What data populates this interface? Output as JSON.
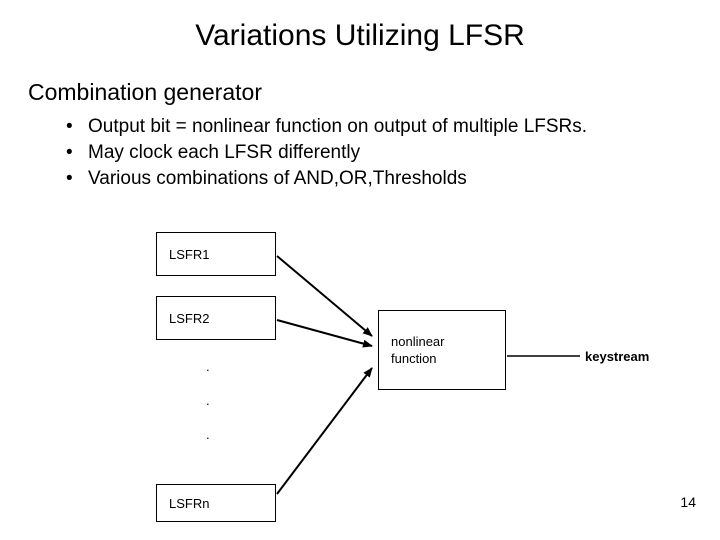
{
  "slide": {
    "title": "Variations Utilizing LFSR",
    "heading": "Combination generator",
    "bullets": [
      "Output bit = nonlinear function on output of multiple LFSRs.",
      "May clock each LFSR differently",
      "Various combinations of AND,OR,Thresholds"
    ],
    "bullet_marker": "•",
    "page_number": "14"
  },
  "diagram": {
    "boxes": [
      {
        "id": "lsfr1",
        "label": "LSFR1"
      },
      {
        "id": "lsfr2",
        "label": "LSFR2"
      },
      {
        "id": "lsfrn",
        "label": "LSFRn"
      }
    ],
    "vertical_dots": [
      ".",
      ".",
      "."
    ],
    "nonlinear": {
      "line1": "nonlinear",
      "line2": "function"
    },
    "output_label": "keystream",
    "colors": {
      "line": "#000000",
      "box_fill": "#ffffff",
      "text": "#000000",
      "background": "#ffffff"
    }
  }
}
